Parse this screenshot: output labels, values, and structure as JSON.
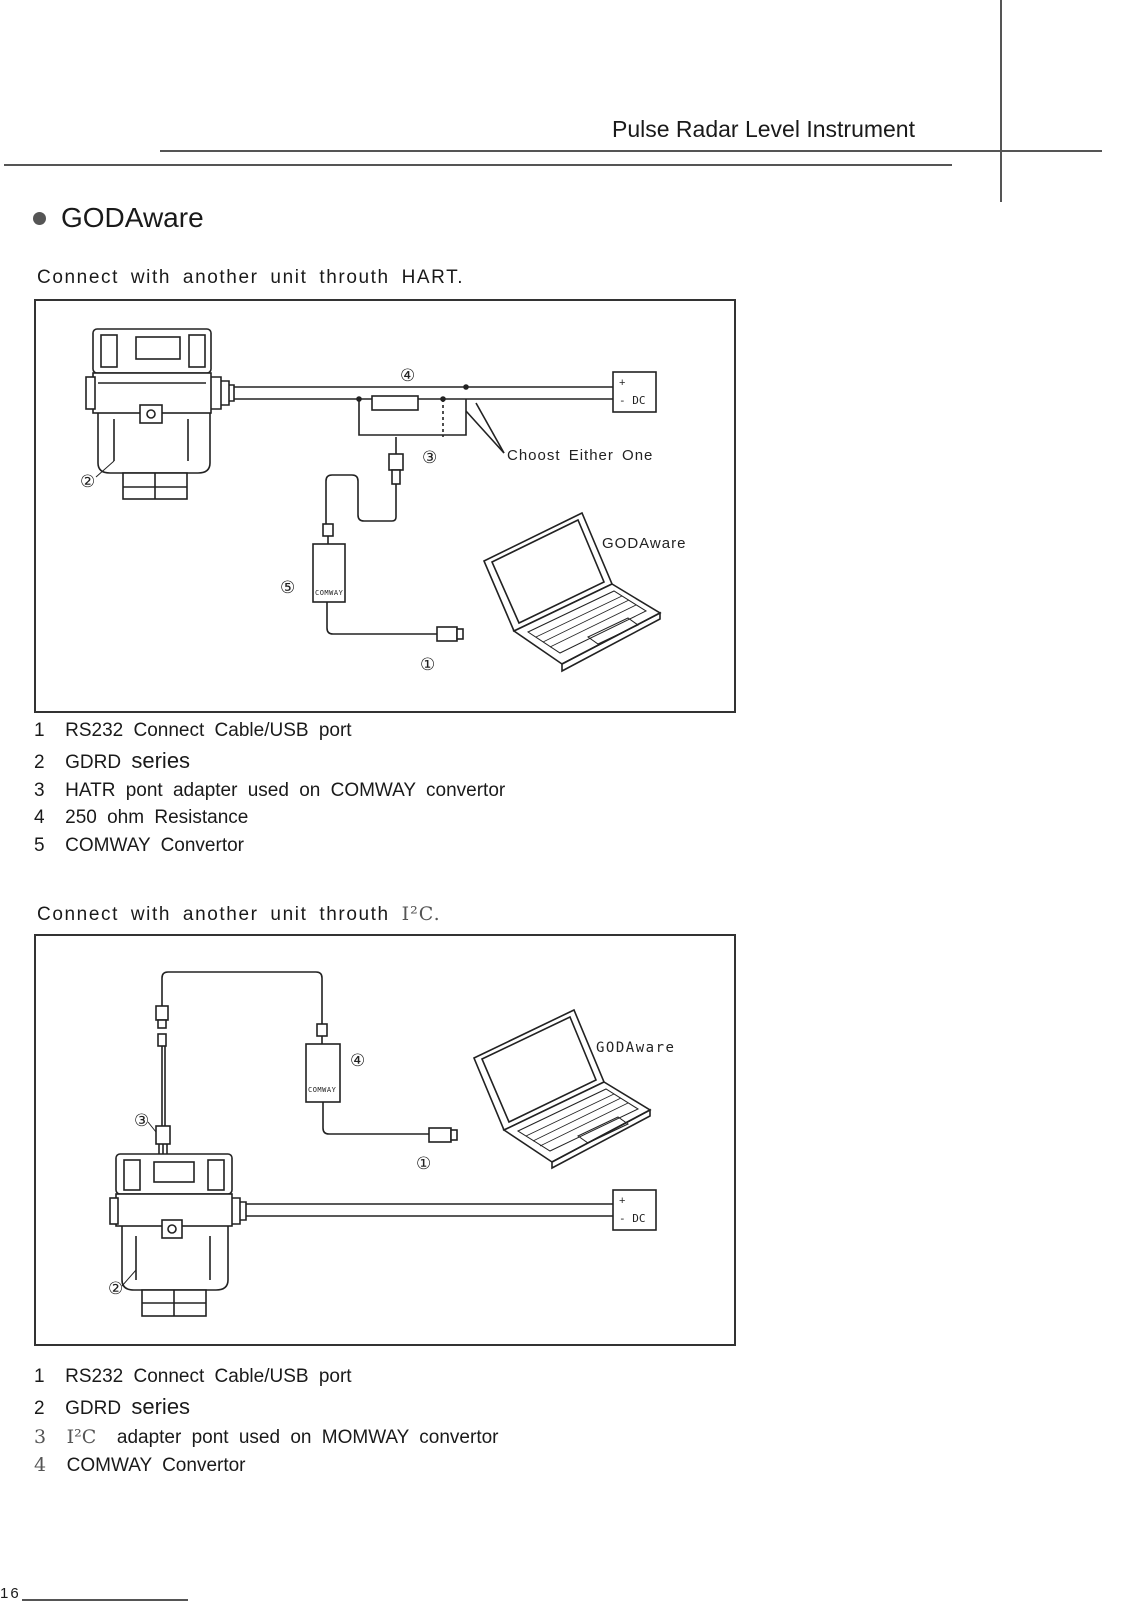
{
  "header": {
    "title": "Pulse Radar Level Instrument"
  },
  "section": {
    "title": "GODAware"
  },
  "diagram1": {
    "caption": "Connect with another unit throuth HART.",
    "labels": {
      "callout_1": "①",
      "callout_2": "②",
      "callout_3": "③",
      "callout_4": "④",
      "callout_5": "⑤",
      "dc_plus": "+",
      "dc_minus": "- DC",
      "choose": "Choost Either One",
      "software": "GODAware",
      "convertor": "COMWAY"
    },
    "legend": [
      {
        "num": "1",
        "text": "RS232 Connect Cable/USB port"
      },
      {
        "num": "2",
        "text": "GDRD",
        "suffix": "series"
      },
      {
        "num": "3",
        "text": "HATR pont adapter used on COMWAY convertor"
      },
      {
        "num": "4",
        "text": "250 ohm Resistance"
      },
      {
        "num": "5",
        "text": "COMWAY Convertor"
      }
    ]
  },
  "diagram2": {
    "caption_text": "Connect with another unit throuth",
    "caption_code": "I²C.",
    "labels": {
      "callout_1": "①",
      "callout_2": "②",
      "callout_3": "③",
      "callout_4": "④",
      "dc_plus": "+",
      "dc_minus": "- DC",
      "software": "GODAware",
      "convertor": "COMWAY"
    },
    "legend": [
      {
        "num": "1",
        "text": "RS232 Connect Cable/USB port"
      },
      {
        "num": "2",
        "text": "GDRD",
        "suffix": "series"
      },
      {
        "num": "3",
        "code": "I²C",
        "text": "adapter pont used on MOMWAY convertor"
      },
      {
        "num": "4",
        "text": "COMWAY Convertor"
      }
    ]
  },
  "footer": {
    "page_number": "16"
  }
}
